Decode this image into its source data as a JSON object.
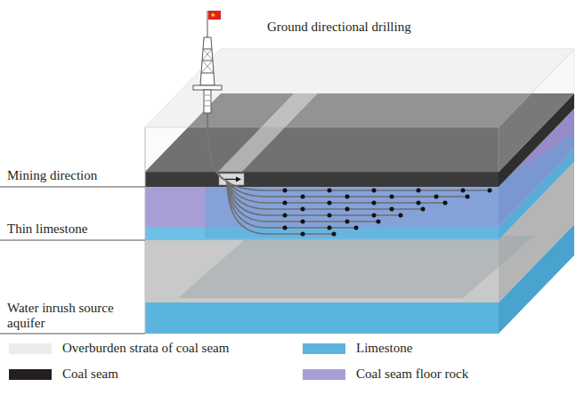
{
  "diagram": {
    "labels": [
      "Ground directional drilling",
      "Mining direction",
      "Thin limestone",
      "Water inrush source aquifer"
    ],
    "legend": [
      {
        "text": "Overburden strata of coal seam",
        "color": "#ececec"
      },
      {
        "text": "Limestone",
        "color": "#5ab4de"
      },
      {
        "text": "Coal seam",
        "color": "#231f20"
      },
      {
        "text": "Coal seam floor rock",
        "color": "#a89ed6"
      }
    ]
  }
}
